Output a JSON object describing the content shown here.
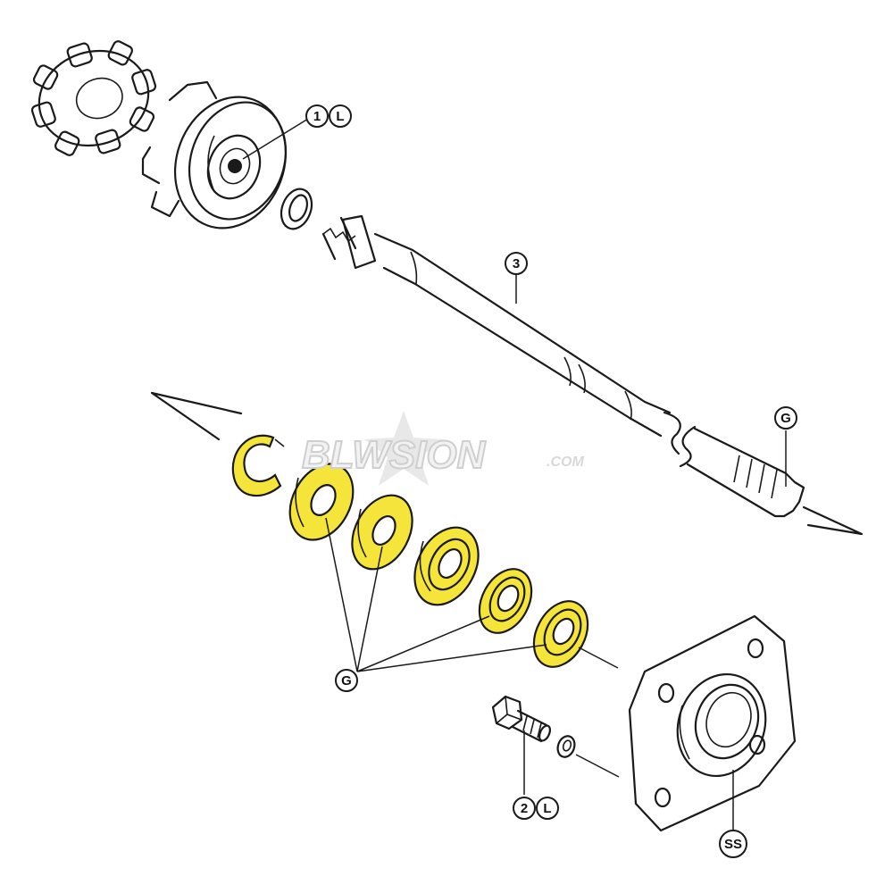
{
  "callouts": {
    "impeller_num": "1",
    "impeller_letter": "L",
    "shaft": "3",
    "grease_top": "G",
    "grease_main": "G",
    "bolt_num": "2",
    "bolt_letter": "L",
    "housing": "SS"
  },
  "watermark": {
    "brand": "BLWSION",
    "suffix": ".COM"
  },
  "colors": {
    "highlight": "#F5E53A",
    "line": "#1A1A1A",
    "background": "#FFFFFF"
  }
}
